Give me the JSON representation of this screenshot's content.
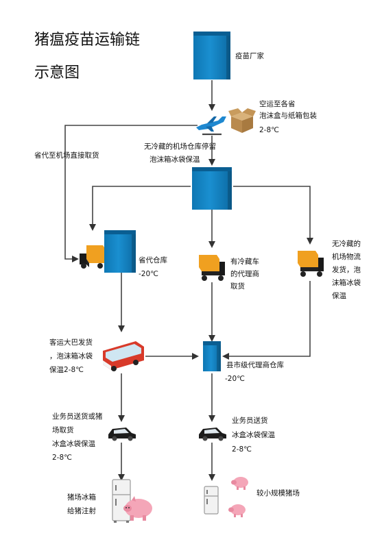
{
  "title": [
    "猪瘟疫苗运输链",
    "示意图"
  ],
  "nodes": {
    "factory": "疫苗厂家",
    "air": [
      "空运至各省",
      "泡沫盒与纸箱包装",
      "2-8℃"
    ],
    "airport": [
      "无冷藏的机场仓库停留",
      "泡沫箱冰袋保温"
    ],
    "province_pickup": "省代至机场直接取货",
    "province_wh": [
      "省代仓库",
      "-20℃"
    ],
    "agent_truck": [
      "有冷藏车",
      "的代理商",
      "取货"
    ],
    "logistics": [
      "无冷藏的",
      "机场物流",
      "发货，泡",
      "沫箱冰袋",
      "保温"
    ],
    "bus": [
      "客运大巴发货",
      "，泡沫箱冰袋",
      "保温2-8℃"
    ],
    "county_wh": [
      "县市级代理商仓库",
      "-20℃"
    ],
    "sales_left": [
      "业务员送货或猪",
      "场取货",
      "冰盒冰袋保温",
      "2-8℃"
    ],
    "sales_right": [
      "业务员送货",
      "冰盒冰袋保温",
      "2-8℃"
    ],
    "farm_big": [
      "猪场冰箱",
      "给猪注射"
    ],
    "farm_small": "较小规模猪场"
  },
  "icons": {
    "building": "office-building-icon",
    "plane": "airplane-icon",
    "box": "cardboard-box-icon",
    "truck": "delivery-truck-icon",
    "bus": "bus-icon",
    "car": "car-icon",
    "fridge": "refrigerator-icon",
    "pig": "pig-icon"
  },
  "colors": {
    "building": "#1582c2",
    "truck_cargo": "#f0a020",
    "bus": "#d83a2a",
    "pig": "#f4a6b8",
    "arrow": "#444444"
  }
}
